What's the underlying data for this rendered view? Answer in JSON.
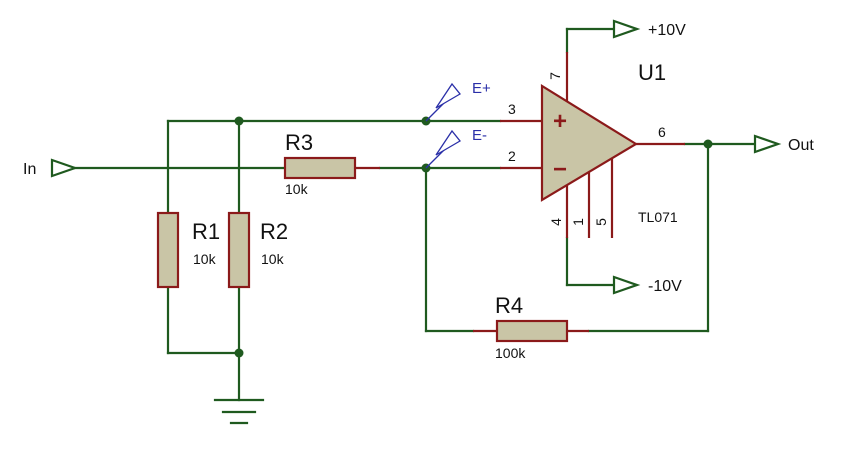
{
  "input_port": "In",
  "output_port": "Out",
  "supply_pos": "+10V",
  "supply_neg": "-10V",
  "opamp": {
    "ref": "U1",
    "part": "TL071",
    "pin_non_inverting": "3",
    "pin_inverting": "2",
    "pin_output": "6",
    "pin_vpos": "7",
    "pin_vneg": "4",
    "pin_offset_1": "1",
    "pin_offset_5": "5",
    "plus_sign": "+",
    "minus_sign": "−"
  },
  "resistors": [
    {
      "ref": "R1",
      "value": "10k"
    },
    {
      "ref": "R2",
      "value": "10k"
    },
    {
      "ref": "R3",
      "value": "10k"
    },
    {
      "ref": "R4",
      "value": "100k"
    }
  ],
  "probes": {
    "positive": "E+",
    "negative": "E-"
  }
}
